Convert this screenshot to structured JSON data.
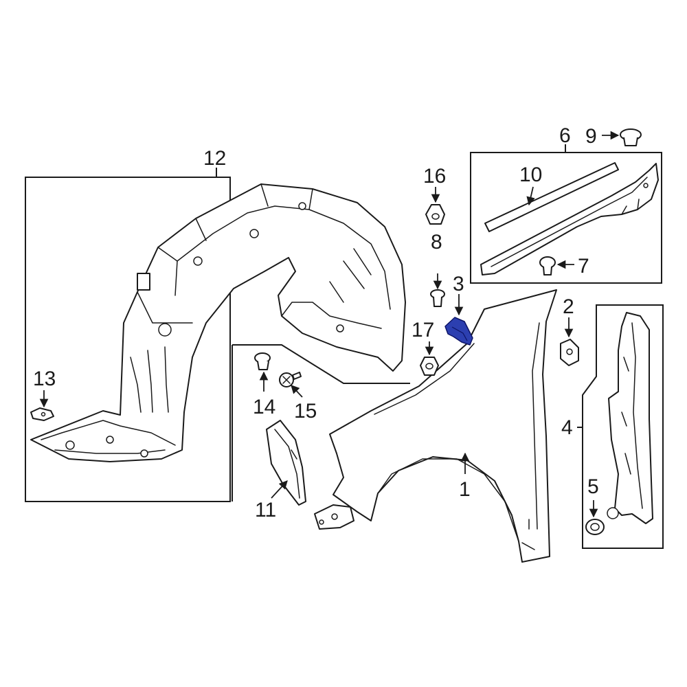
{
  "diagram": {
    "callouts": [
      {
        "id": "1",
        "label": "1"
      },
      {
        "id": "2",
        "label": "2"
      },
      {
        "id": "3",
        "label": "3"
      },
      {
        "id": "4",
        "label": "4"
      },
      {
        "id": "5",
        "label": "5"
      },
      {
        "id": "6",
        "label": "6"
      },
      {
        "id": "7",
        "label": "7"
      },
      {
        "id": "8",
        "label": "8"
      },
      {
        "id": "9",
        "label": "9"
      },
      {
        "id": "10",
        "label": "10"
      },
      {
        "id": "11",
        "label": "11"
      },
      {
        "id": "12",
        "label": "12"
      },
      {
        "id": "13",
        "label": "13"
      },
      {
        "id": "14",
        "label": "14"
      },
      {
        "id": "15",
        "label": "15"
      },
      {
        "id": "16",
        "label": "16"
      },
      {
        "id": "17",
        "label": "17"
      }
    ],
    "highlighted_part": "3",
    "colors": {
      "line": "#1a1a1a",
      "highlight": "#2c3fb0",
      "background": "#ffffff"
    }
  }
}
